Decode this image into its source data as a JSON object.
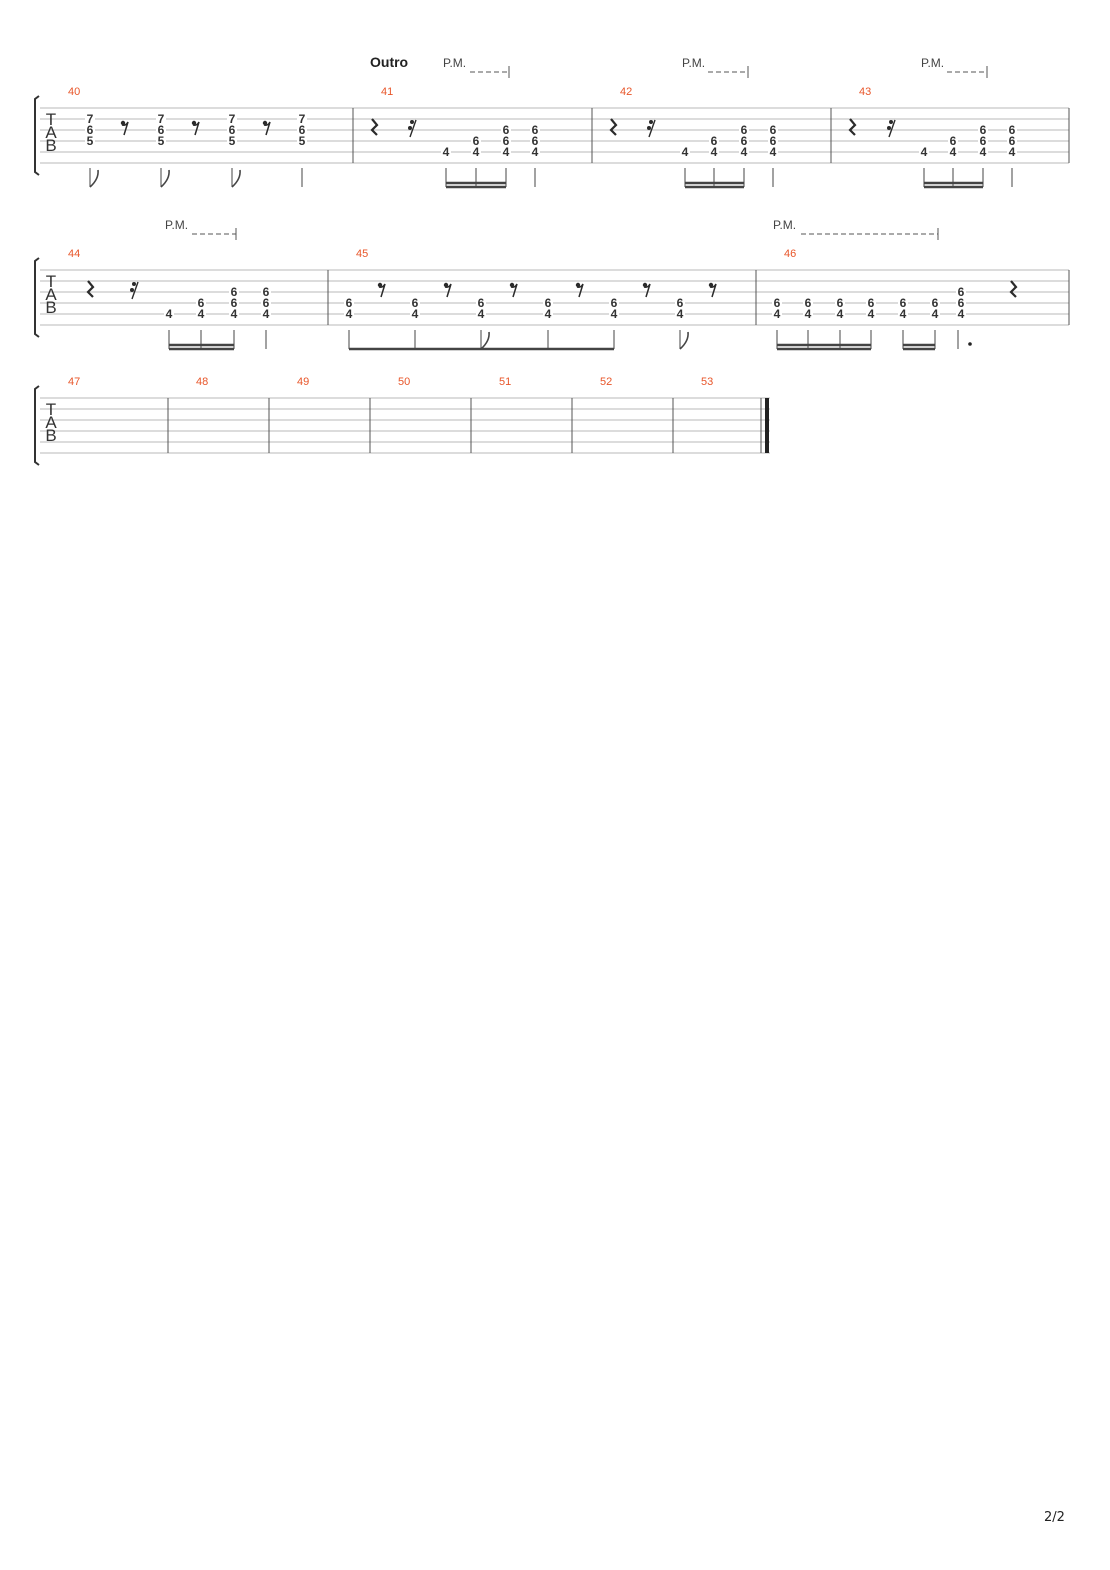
{
  "page": {
    "page_number": "2/2"
  },
  "colors": {
    "measure_number": "#e8562a",
    "staff_line": "#b9b9b9",
    "ink": "#2b2b2b"
  },
  "tab_clef": [
    "T",
    "A",
    "B"
  ],
  "section_label": "Outro",
  "palm_mute_label": "P.M.",
  "systems": [
    {
      "measures": [
        {
          "number": "40",
          "notes": [
            [
              "7",
              "6",
              "5"
            ],
            [
              "7",
              "6",
              "5"
            ],
            [
              "7",
              "6",
              "5"
            ],
            [
              "7",
              "6",
              "5"
            ]
          ]
        },
        {
          "number": "41",
          "notes": [
            [
              "4"
            ],
            [
              "6",
              "4"
            ],
            [
              "6",
              "6",
              "4"
            ],
            [
              "6",
              "6",
              "4"
            ]
          ]
        },
        {
          "number": "42",
          "notes": [
            [
              "4"
            ],
            [
              "6",
              "4"
            ],
            [
              "6",
              "6",
              "4"
            ],
            [
              "6",
              "6",
              "4"
            ]
          ]
        },
        {
          "number": "43",
          "notes": [
            [
              "4"
            ],
            [
              "6",
              "4"
            ],
            [
              "6",
              "6",
              "4"
            ],
            [
              "6",
              "6",
              "4"
            ]
          ]
        }
      ]
    },
    {
      "measures": [
        {
          "number": "44",
          "notes": [
            [
              "4"
            ],
            [
              "6",
              "4"
            ],
            [
              "6",
              "6",
              "4"
            ],
            [
              "6",
              "6",
              "4"
            ]
          ]
        },
        {
          "number": "45",
          "notes": [
            [
              "6",
              "4"
            ],
            [
              "6",
              "4"
            ],
            [
              "6",
              "4"
            ],
            [
              "6",
              "4"
            ],
            [
              "6",
              "4"
            ],
            [
              "6",
              "4"
            ]
          ]
        },
        {
          "number": "46",
          "notes": [
            [
              "6",
              "4"
            ],
            [
              "6",
              "4"
            ],
            [
              "6",
              "4"
            ],
            [
              "6",
              "4"
            ],
            [
              "6",
              "4"
            ],
            [
              "6",
              "4"
            ],
            [
              "6",
              "6",
              "4"
            ]
          ]
        }
      ]
    },
    {
      "measures": [
        {
          "number": "47",
          "notes": []
        },
        {
          "number": "48",
          "notes": []
        },
        {
          "number": "49",
          "notes": []
        },
        {
          "number": "50",
          "notes": []
        },
        {
          "number": "51",
          "notes": []
        },
        {
          "number": "52",
          "notes": []
        },
        {
          "number": "53",
          "notes": []
        }
      ]
    }
  ]
}
